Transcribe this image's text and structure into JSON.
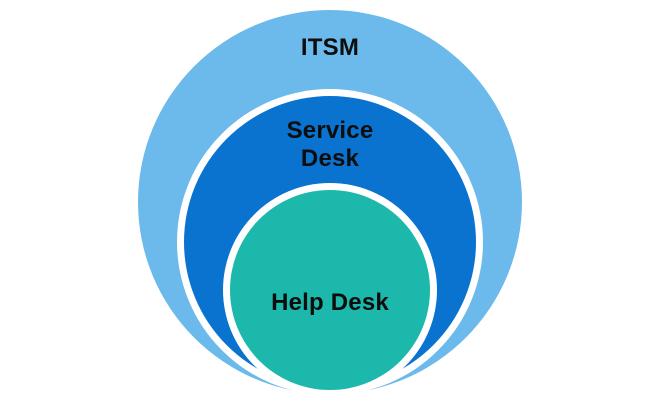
{
  "diagram": {
    "type": "nested-circles",
    "background_color": "#ffffff",
    "ring_color": "#ffffff",
    "text_color": "#0d0d0d",
    "circles": {
      "outer": {
        "label": "ITSM",
        "color": "#6cb9ec"
      },
      "middle": {
        "label": "Service Desk",
        "label_line1": "Service",
        "label_line2": "Desk",
        "color": "#0a73d0"
      },
      "inner": {
        "label": "Help Desk",
        "color": "#1cb8ab"
      }
    }
  }
}
